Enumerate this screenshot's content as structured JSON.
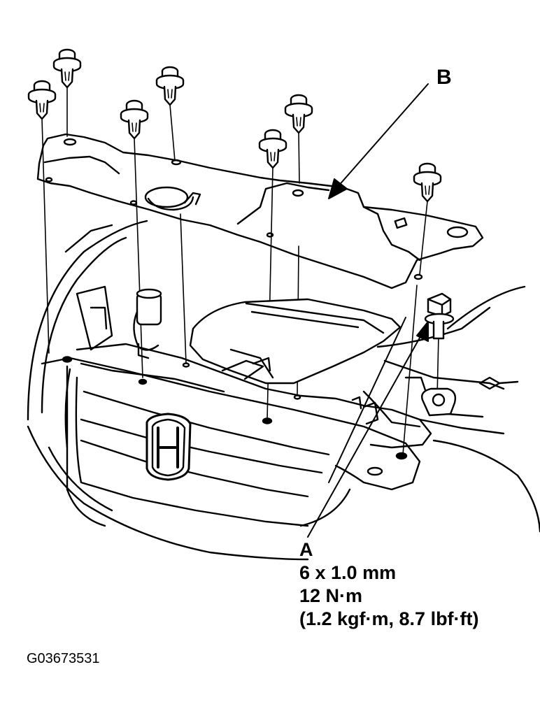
{
  "callouts": {
    "b": {
      "letter": "B"
    },
    "a": {
      "letter": "A",
      "size": "6 x 1.0 mm",
      "torque_nm": "12 N·m",
      "torque_alt": "(1.2 kgf·m, 8.7 lbf·ft)"
    }
  },
  "figure_id": "G03673531",
  "colors": {
    "ink": "#000000",
    "paper": "#ffffff"
  }
}
